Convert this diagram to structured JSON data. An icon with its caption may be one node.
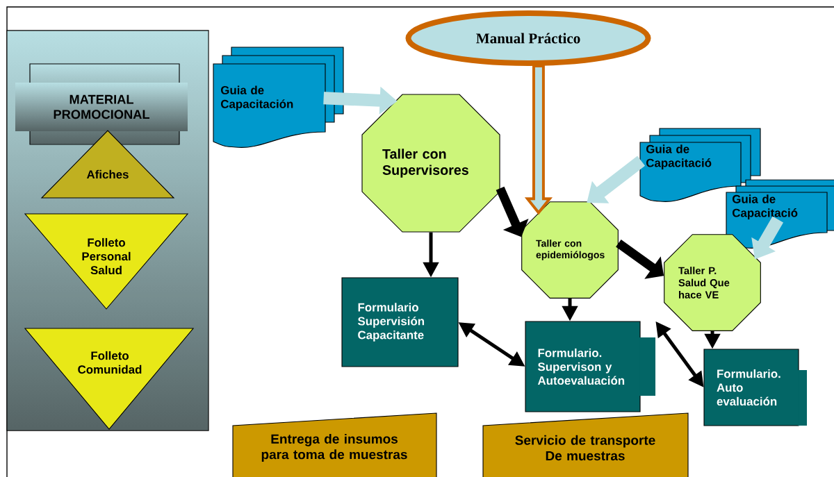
{
  "diagram": {
    "nodes": [
      {
        "text": [],
        "shape": "box"
      },
      {
        "text": [
          "MATERIAL PROMOCIONAL"
        ],
        "in": 0
      },
      {
        "text": [
          "Afiches"
        ],
        "in": 0
      },
      {
        "text": [
          "Folleto Personal Salud"
        ],
        "in": 0
      },
      {
        "text": [
          "Folleto Comunidad"
        ],
        "in": 0
      },
      {
        "text": [
          "Guia de Capacitación"
        ]
      },
      {
        "text": [
          "Manual Práctico"
        ]
      },
      {
        "text": [
          "Taller con Supervisores"
        ]
      },
      {
        "text": [
          "Guia de Capacitació"
        ]
      },
      {
        "text": [
          "Guia de Capacitació"
        ]
      },
      {
        "text": [
          "Taller con epidemiólogos"
        ]
      },
      {
        "text": [
          "Taller P. Salud Que hace VE"
        ]
      },
      {
        "text": [
          "Formulario Supervisión Capacitante"
        ]
      },
      {
        "text": [
          "Formulario. Supervison y Autoevaluación"
        ]
      },
      {
        "text": [
          "Formulario. Auto evaluación"
        ]
      },
      {
        "text": [
          "Entrega de insumos para toma de muestras"
        ]
      },
      {
        "text": [
          "Servicio de transporte De muestras"
        ]
      }
    ],
    "edges": [
      {
        "from": 5,
        "to": 7,
        "arrow": "to",
        "color": "#b8dfe3"
      },
      {
        "from": 6,
        "to": 10,
        "arrow": "to",
        "color": "#cc6600"
      },
      {
        "from": 8,
        "to": 10,
        "arrow": "to",
        "color": "#b8dfe3"
      },
      {
        "from": 9,
        "to": 11,
        "arrow": "to",
        "color": "#b8dfe3"
      },
      {
        "from": 7,
        "to": 10,
        "arrow": "to",
        "style": "thick"
      },
      {
        "from": 10,
        "to": 11,
        "arrow": "to",
        "style": "thick"
      },
      {
        "from": 7,
        "to": 12,
        "arrow": "to"
      },
      {
        "from": 10,
        "to": 13,
        "arrow": "to"
      },
      {
        "from": 11,
        "to": 14,
        "arrow": "to"
      },
      {
        "from": 12,
        "to": 13,
        "arrow": "both"
      },
      {
        "from": 13,
        "to": 14,
        "arrow": "both"
      }
    ]
  }
}
